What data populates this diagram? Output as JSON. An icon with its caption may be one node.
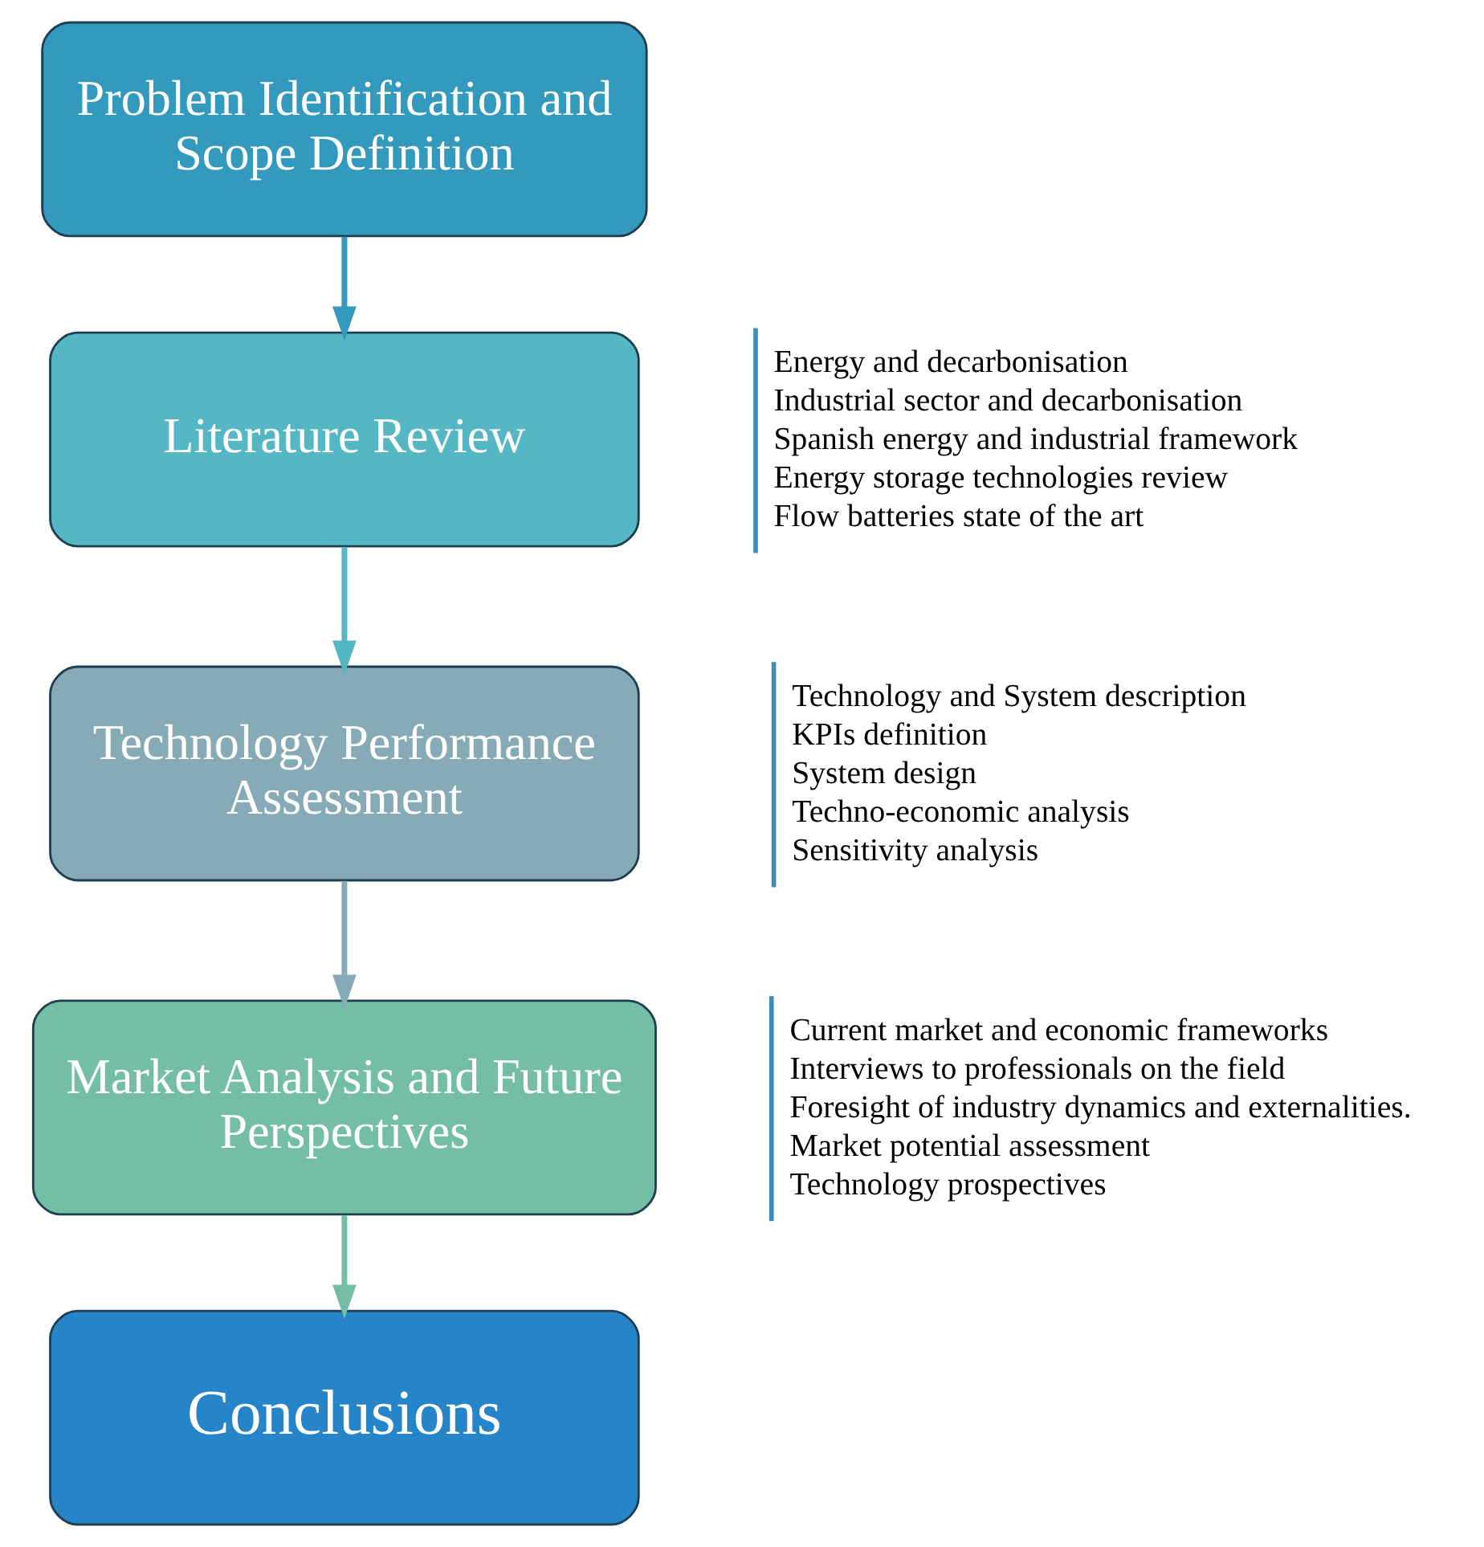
{
  "diagram": {
    "nodes": [
      {
        "text": [
          "Problem Identification and Scope Definition"
        ]
      },
      {
        "text": [
          "Literature Review"
        ],
        "beside": [
          "Energy and decarbonisation",
          "Industrial sector and decarbonisation",
          "Spanish energy and industrial framework",
          "Energy storage technologies review",
          "Flow batteries state of the art"
        ]
      },
      {
        "text": [
          "Technology Performance Assessment"
        ],
        "beside": [
          "Technology and System description",
          "KPIs definition",
          "System design",
          "Techno-economic analysis",
          "Sensitivity analysis"
        ]
      },
      {
        "text": [
          "Market Analysis and Future Perspectives"
        ],
        "beside": [
          "Current market and economic frameworks",
          "Interviews to professionals on the field",
          "Foresight of industry dynamics and externalities.",
          "Market potential assessment",
          "Technology prospectives"
        ]
      },
      {
        "text": [
          "Conclusions"
        ]
      }
    ],
    "edges": [
      {
        "from": 0,
        "to": 1,
        "arrow": "to",
        "color": "#3399bd"
      },
      {
        "from": 1,
        "to": 2,
        "arrow": "to",
        "color": "#56b7c4"
      },
      {
        "from": 2,
        "to": 3,
        "arrow": "to",
        "color": "#86abb6"
      },
      {
        "from": 3,
        "to": 4,
        "arrow": "to",
        "color": "#75bea6"
      }
    ]
  }
}
